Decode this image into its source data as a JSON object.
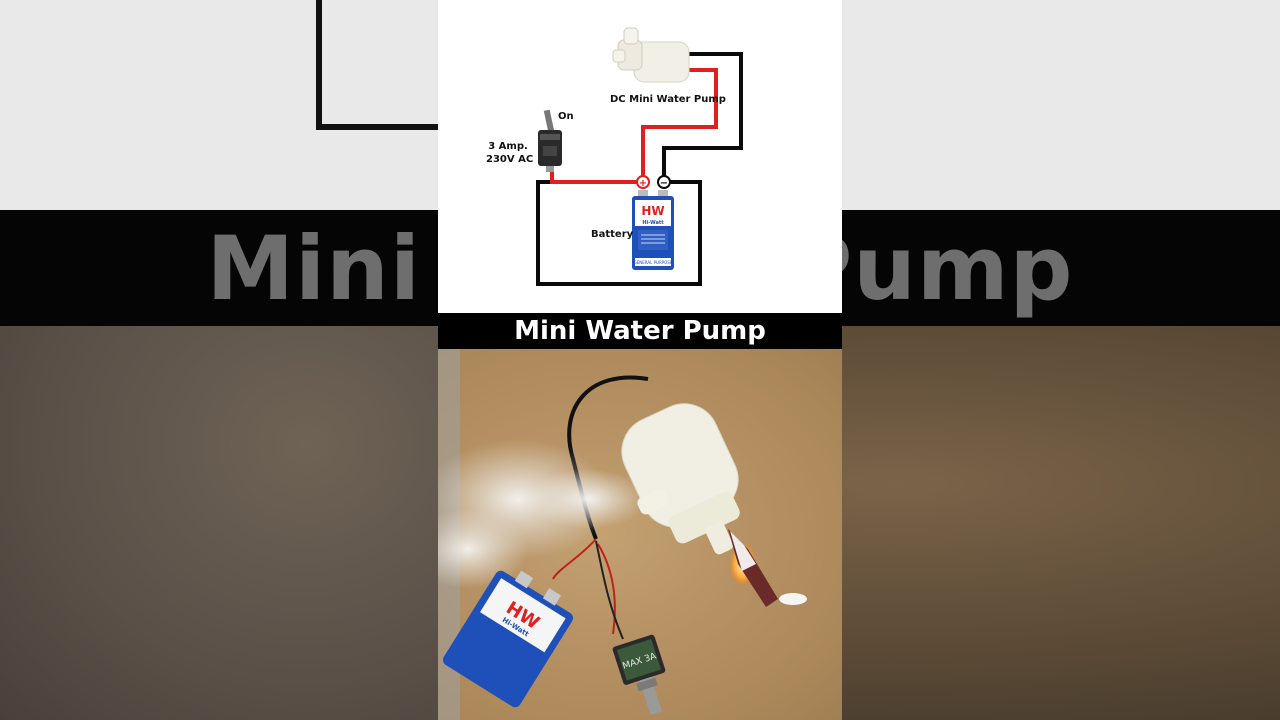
{
  "background": {
    "band_text": "Mini Water Pump"
  },
  "diagram": {
    "pump_label": "DC Mini Water Pump",
    "switch_state_label": "On",
    "switch_rating_line1": "3 Amp.",
    "switch_rating_line2": "230V AC",
    "battery_label": "Battery",
    "battery_brand": "HW",
    "battery_brand_sub": "Hi-Watt",
    "battery_footer": "GENERAL PURPOSE",
    "positive_symbol": "+",
    "negative_symbol": "−",
    "colors": {
      "positive_wire": "#e0201c",
      "negative_wire": "#0a0a0a",
      "battery_blue": "#1f4fb8",
      "battery_red": "#e02020"
    }
  },
  "title": "Mini Water Pump",
  "photo": {
    "battery_brand": "HW",
    "battery_brand_sub": "Hi-Watt",
    "switch_text": "MAX 3A"
  }
}
